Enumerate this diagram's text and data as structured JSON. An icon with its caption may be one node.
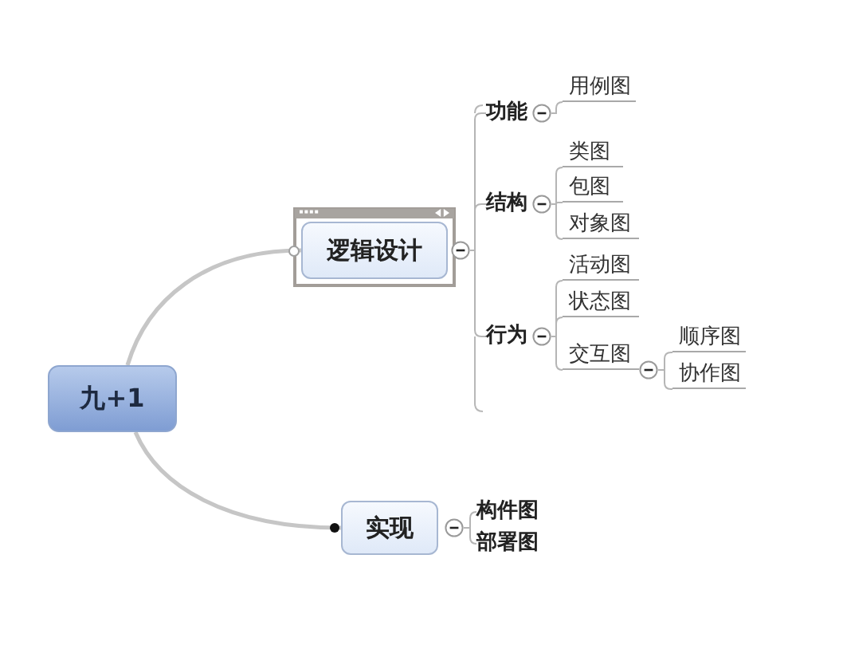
{
  "diagram": {
    "nodes": [
      {
        "text": [
          "九+1"
        ]
      },
      {
        "text": [
          "逻辑设计"
        ]
      },
      {
        "text": [
          "功能"
        ]
      },
      {
        "text": [
          "用例图"
        ]
      },
      {
        "text": [
          "结构"
        ]
      },
      {
        "text": [
          "类图"
        ]
      },
      {
        "text": [
          "包图"
        ]
      },
      {
        "text": [
          "对象图"
        ]
      },
      {
        "text": [
          "行为"
        ]
      },
      {
        "text": [
          "活动图"
        ]
      },
      {
        "text": [
          "状态图"
        ]
      },
      {
        "text": [
          "交互图"
        ]
      },
      {
        "text": [
          "顺序图"
        ]
      },
      {
        "text": [
          "协作图"
        ]
      },
      {
        "text": [
          "实现"
        ]
      },
      {
        "text": [
          "构件图"
        ]
      },
      {
        "text": [
          "部署图"
        ]
      }
    ],
    "edges": [
      {
        "from": 0,
        "to": 1,
        "arrow": "none",
        "style": "thick"
      },
      {
        "from": 1,
        "to": 2,
        "arrow": "none"
      },
      {
        "from": 1,
        "to": 4,
        "arrow": "none"
      },
      {
        "from": 1,
        "to": 8,
        "arrow": "none"
      },
      {
        "from": 2,
        "to": 3,
        "arrow": "none"
      },
      {
        "from": 4,
        "to": 5,
        "arrow": "none"
      },
      {
        "from": 4,
        "to": 6,
        "arrow": "none"
      },
      {
        "from": 4,
        "to": 7,
        "arrow": "none"
      },
      {
        "from": 8,
        "to": 9,
        "arrow": "none"
      },
      {
        "from": 8,
        "to": 10,
        "arrow": "none"
      },
      {
        "from": 8,
        "to": 11,
        "arrow": "none"
      },
      {
        "from": 11,
        "to": 12,
        "arrow": "none"
      },
      {
        "from": 11,
        "to": 13,
        "arrow": "none"
      },
      {
        "from": 0,
        "to": 14,
        "arrow": "none",
        "style": "thick"
      },
      {
        "from": 14,
        "to": 15,
        "arrow": "none"
      },
      {
        "from": 14,
        "to": 16,
        "arrow": "none"
      }
    ]
  }
}
